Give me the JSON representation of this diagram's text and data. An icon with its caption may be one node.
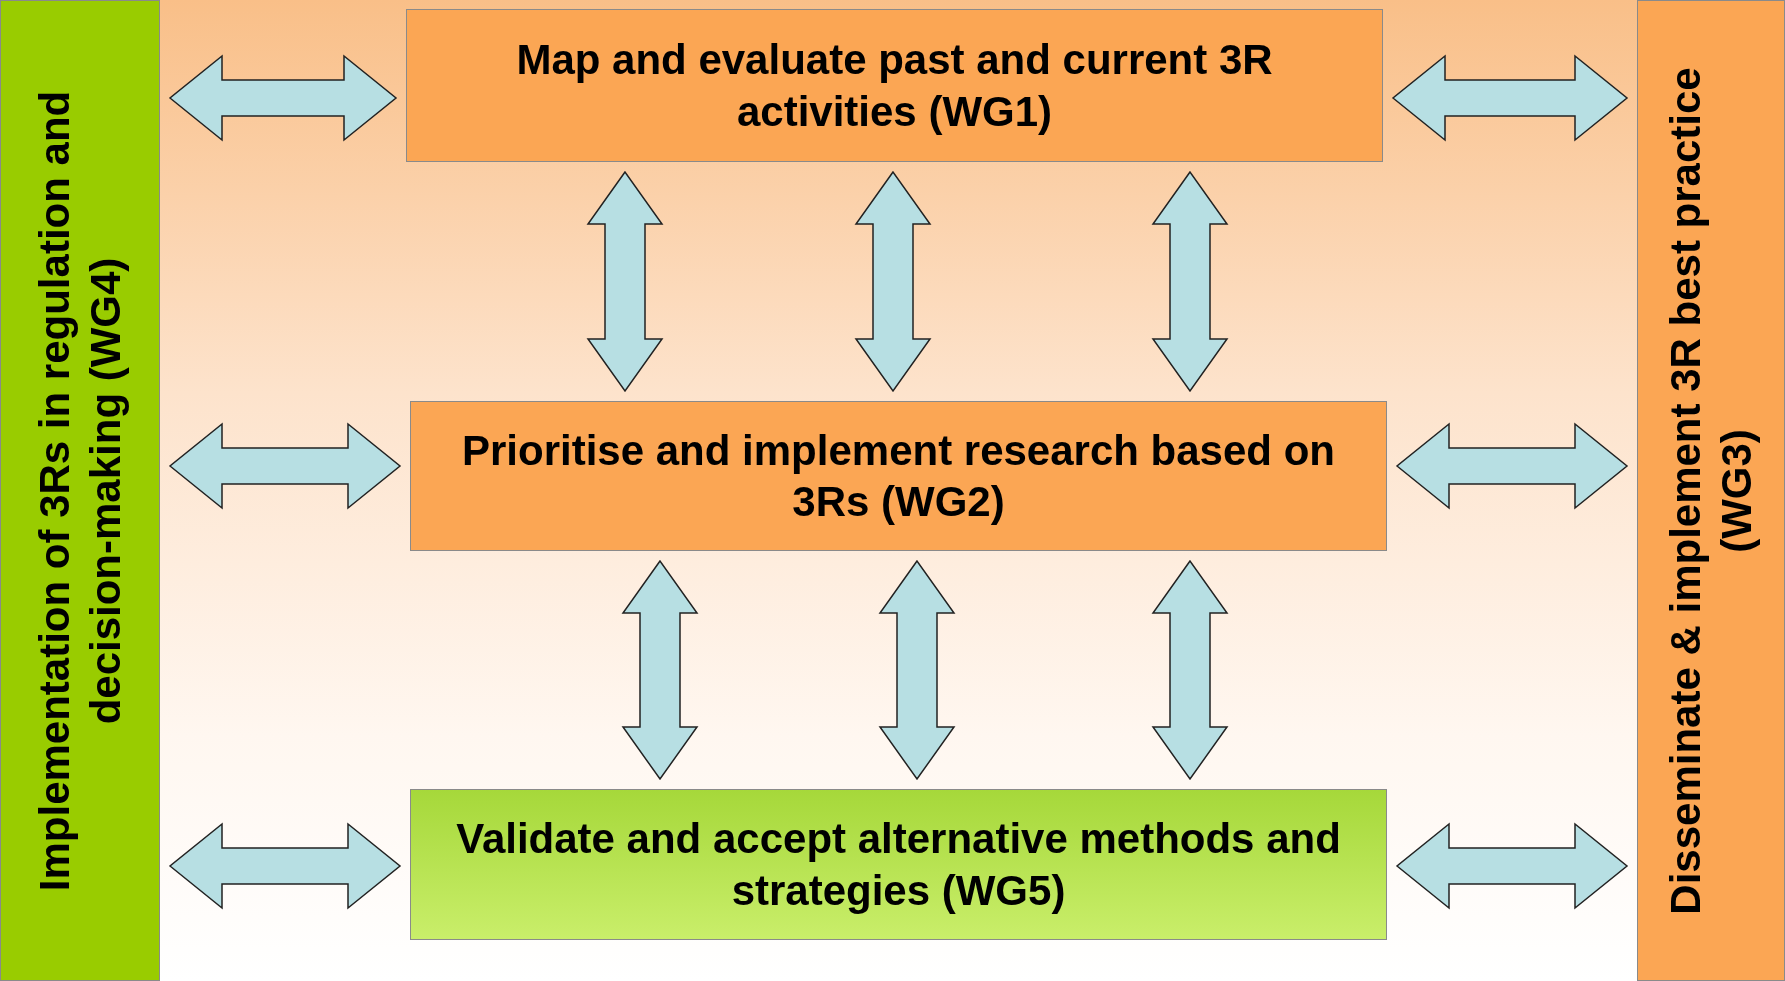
{
  "diagram": {
    "nodes": [
      {
        "text": [
          "Implementation of 3Rs in regulation and decision-making (WG4)"
        ]
      },
      {
        "text": [
          "Map and evaluate past and current 3R activities (WG1)"
        ]
      },
      {
        "text": [
          "Prioritise and implement research based on 3Rs (WG2)"
        ]
      },
      {
        "text": [
          "Validate and accept alternative methods and strategies (WG5)"
        ]
      },
      {
        "text": [
          "Disseminate & implement 3R best practice (WG3)"
        ]
      }
    ],
    "edges": [
      {
        "from": 0,
        "to": 1,
        "arrow": "both"
      },
      {
        "from": 1,
        "to": 4,
        "arrow": "both"
      },
      {
        "from": 1,
        "to": 2,
        "arrow": "both"
      },
      {
        "from": 1,
        "to": 2,
        "arrow": "both"
      },
      {
        "from": 1,
        "to": 2,
        "arrow": "both"
      },
      {
        "from": 0,
        "to": 2,
        "arrow": "both"
      },
      {
        "from": 2,
        "to": 4,
        "arrow": "both"
      },
      {
        "from": 2,
        "to": 3,
        "arrow": "both"
      },
      {
        "from": 2,
        "to": 3,
        "arrow": "both"
      },
      {
        "from": 2,
        "to": 3,
        "arrow": "both"
      },
      {
        "from": 0,
        "to": 3,
        "arrow": "both"
      },
      {
        "from": 3,
        "to": 4,
        "arrow": "both"
      }
    ]
  }
}
